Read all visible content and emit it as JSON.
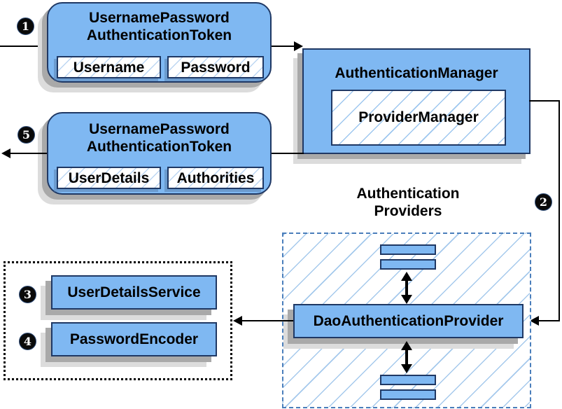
{
  "colors": {
    "node_fill": "#7fb8f2",
    "node_border": "#1f3864",
    "hatch_line": "#a5c9ec",
    "dashed_border": "#4a7ebb",
    "shadow_dark": "#a9a9a9",
    "shadow_light": "#dcdcdc",
    "arrow": "#000000",
    "badge_bg": "#0a0a0a",
    "badge_text": "#ffffff"
  },
  "badges": {
    "step1": "1",
    "step2": "2",
    "step3": "3",
    "step4": "4",
    "step5": "5"
  },
  "request_token": {
    "title_line1": "UsernamePassword",
    "title_line2": "AuthenticationToken",
    "field1": "Username",
    "field2": "Password"
  },
  "authentication_manager": {
    "title": "AuthenticationManager",
    "inner": "ProviderManager"
  },
  "response_token": {
    "title_line1": "UsernamePassword",
    "title_line2": "AuthenticationToken",
    "field1": "UserDetails",
    "field2": "Authorities"
  },
  "providers_group": {
    "label_line1": "Authentication",
    "label_line2": "Providers",
    "dao_provider": "DaoAuthenticationProvider"
  },
  "services": {
    "user_details_service": "UserDetailsService",
    "password_encoder": "PasswordEncoder"
  }
}
